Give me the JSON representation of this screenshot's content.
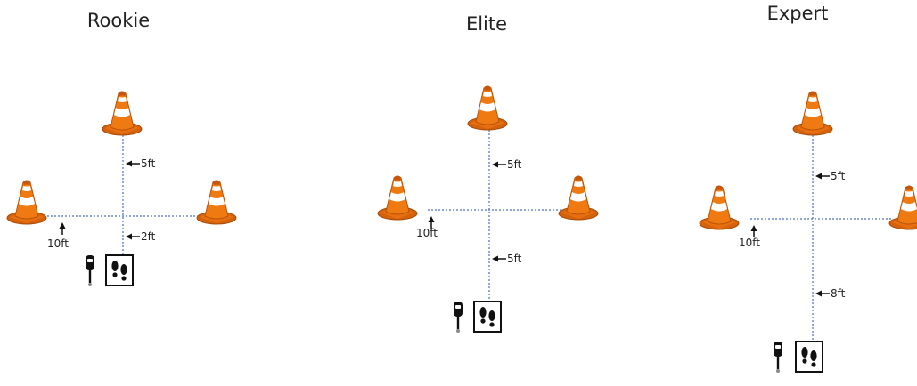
{
  "drills": [
    {
      "title": "Rookie",
      "labels": {
        "top": "5ft",
        "left": "10ft",
        "bottom": "2ft"
      }
    },
    {
      "title": "Elite",
      "labels": {
        "top": "5ft",
        "left": "10ft",
        "bottom": "5ft"
      }
    },
    {
      "title": "Expert",
      "labels": {
        "top": "5ft",
        "left": "10ft",
        "bottom": "8ft"
      }
    }
  ],
  "colors": {
    "cone_orange": "#f07a12",
    "cone_dark": "#c8560a",
    "dotted_line": "#4a6fd0",
    "text": "#222222"
  },
  "icons": [
    "traffic-cone-icon",
    "footprints-box-icon",
    "metronome-icon"
  ]
}
